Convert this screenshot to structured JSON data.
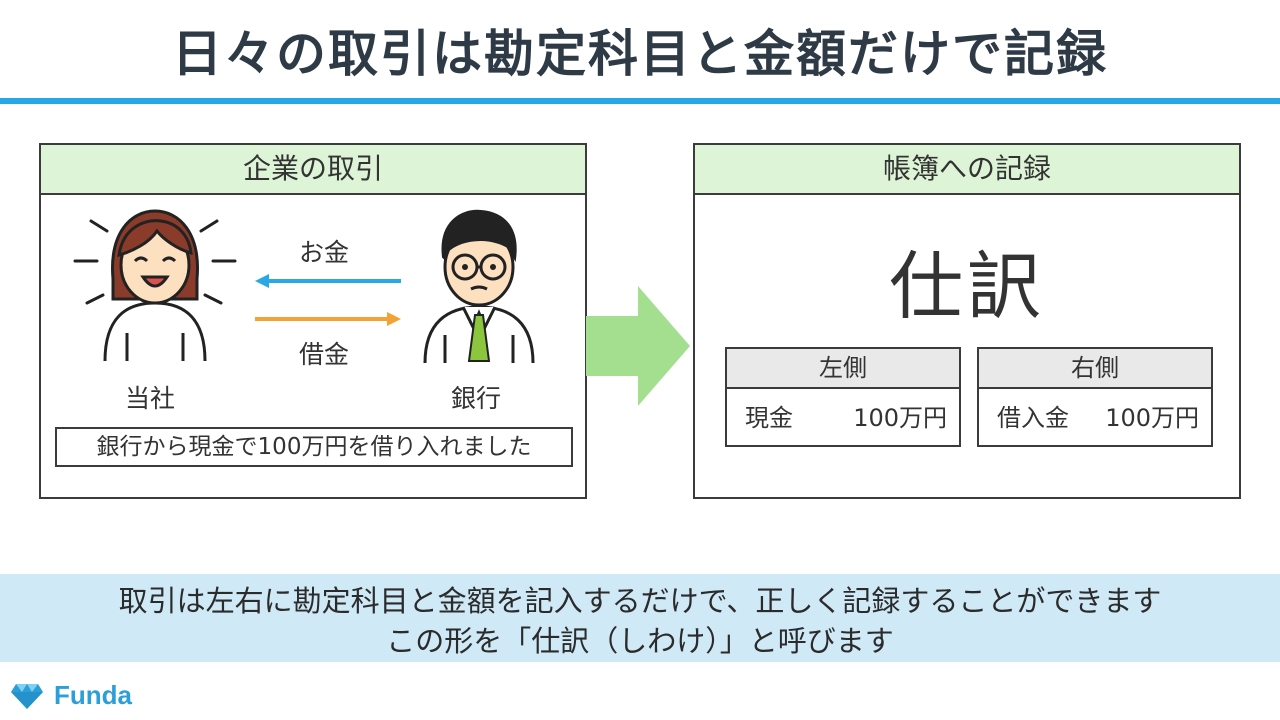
{
  "title": "日々の取引は勘定科目と金額だけで記録",
  "left_panel": {
    "header": "企業の取引",
    "actors": {
      "company": "当社",
      "bank": "銀行"
    },
    "flows": {
      "money": "お金",
      "loan": "借金"
    },
    "sentence": "銀行から現金で100万円を借り入れました"
  },
  "right_panel": {
    "header": "帳簿への記録",
    "journal_term": "仕訳",
    "left_side": {
      "header": "左側",
      "account": "現金",
      "amount": "100万円"
    },
    "right_side": {
      "header": "右側",
      "account": "借入金",
      "amount": "100万円"
    }
  },
  "footer": {
    "line1": "取引は左右に勘定科目と金額を記入するだけで、正しく記録することができます",
    "line2": "この形を「仕訳（しわけ）」と呼びます"
  },
  "brand": {
    "name": "Funda"
  },
  "colors": {
    "accent_blue": "#25a8e3",
    "panel_header_green": "#ddf5d6",
    "footer_band": "#cfe9f7",
    "arrow_green": "#a4df8f",
    "money_arrow": "#2aa8e4",
    "loan_arrow": "#f4a234",
    "tie": "#8cc63e",
    "hair": "#8a3b2a",
    "skin": "#fde0c0"
  }
}
